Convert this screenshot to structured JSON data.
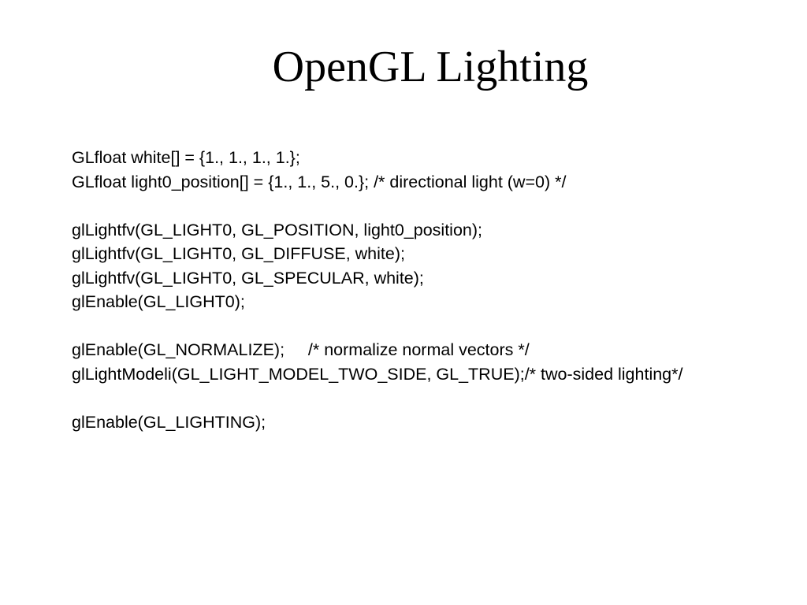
{
  "slide": {
    "title": "OpenGL Lighting",
    "lines": [
      "GLfloat white[] = {1., 1., 1., 1.};",
      "GLfloat light0_position[] = {1., 1., 5., 0.}; /* directional light (w=0) */",
      "",
      "glLightfv(GL_LIGHT0, GL_POSITION, light0_position);",
      "glLightfv(GL_LIGHT0, GL_DIFFUSE, white);",
      "glLightfv(GL_LIGHT0, GL_SPECULAR, white);",
      "glEnable(GL_LIGHT0);",
      "",
      "glEnable(GL_NORMALIZE);     /* normalize normal vectors */",
      "glLightModeli(GL_LIGHT_MODEL_TWO_SIDE, GL_TRUE);/* two-sided lighting*/",
      "",
      "glEnable(GL_LIGHTING);"
    ]
  }
}
